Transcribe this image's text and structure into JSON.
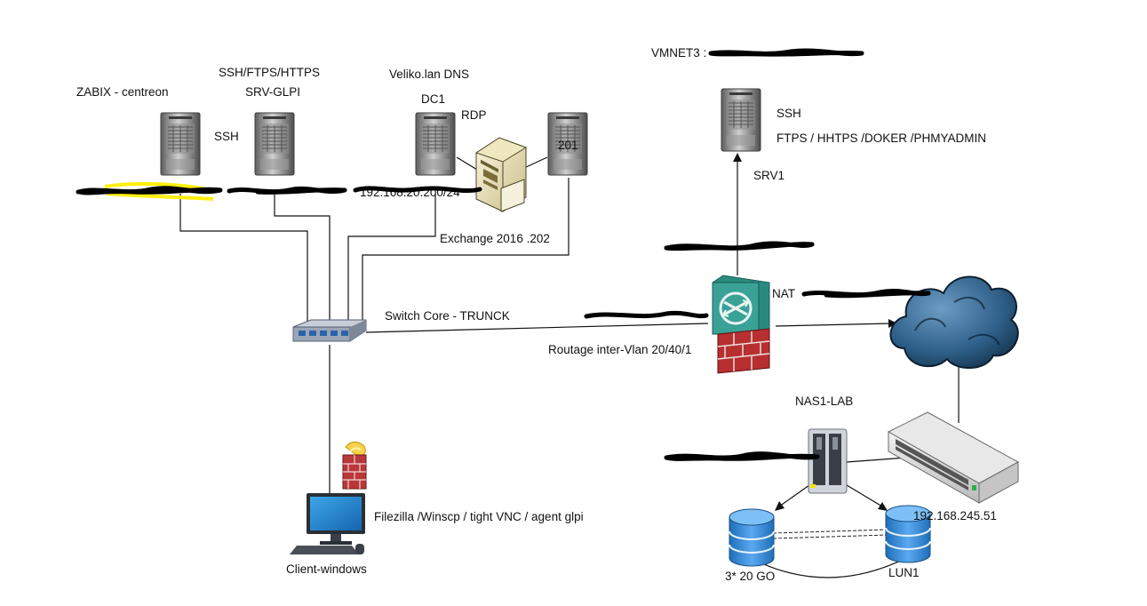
{
  "colors": {
    "line": "#111111",
    "server_dark": "#6b6b6b",
    "server_light": "#d9d9d9",
    "firewall_teal": "#2a8a80",
    "firewall_brick": "#b72f2f",
    "cloud_blue": "#2e5f88",
    "disk_blue": "#3e8fd9",
    "highlight_yellow": "#ffee00"
  },
  "labels": {
    "zabix": "ZABIX - centreon",
    "ssh_left": "SSH",
    "srv_glpi_protocols": "SSH/FTPS/HTTPS",
    "srv_glpi": "SRV-GLPI",
    "dc_domain": "Veliko.lan  DNS",
    "dc1": "DC1",
    "rdp": "RDP",
    "server_201": "201",
    "exchange": "Exchange 2016  .202",
    "switch_core": "Switch Core - TRUNCK",
    "routage": "Routage inter-Vlan 20/40/1",
    "nat": "NAT",
    "vmnet3": "VMNET3 :",
    "ssh_srv1": "SSH",
    "srv1_services": "FTPS / HHTPS /DOKER /PHMYADMIN",
    "srv1": "SRV1",
    "nas1": "NAS1-LAB",
    "nas_ip": "192.168.245.51",
    "disk_left": "3* 20 GO",
    "lun1": "LUN1",
    "client_software": "Filezilla /Winscp / tight VNC / agent glpi",
    "client": "Client-windows",
    "ip_dc_partial": "192.168.20.200/24"
  },
  "icons": {
    "server": "tower-server-icon",
    "pc": "desktop-pc-icon",
    "switch": "network-switch-icon",
    "firewall": "firewall-router-icon",
    "cloud": "cloud-icon",
    "nas": "nas-icon",
    "rack_switch": "rack-switch-icon",
    "disk": "database-disk-icon",
    "client": "client-computer-icon",
    "client_firewall": "personal-firewall-icon"
  }
}
